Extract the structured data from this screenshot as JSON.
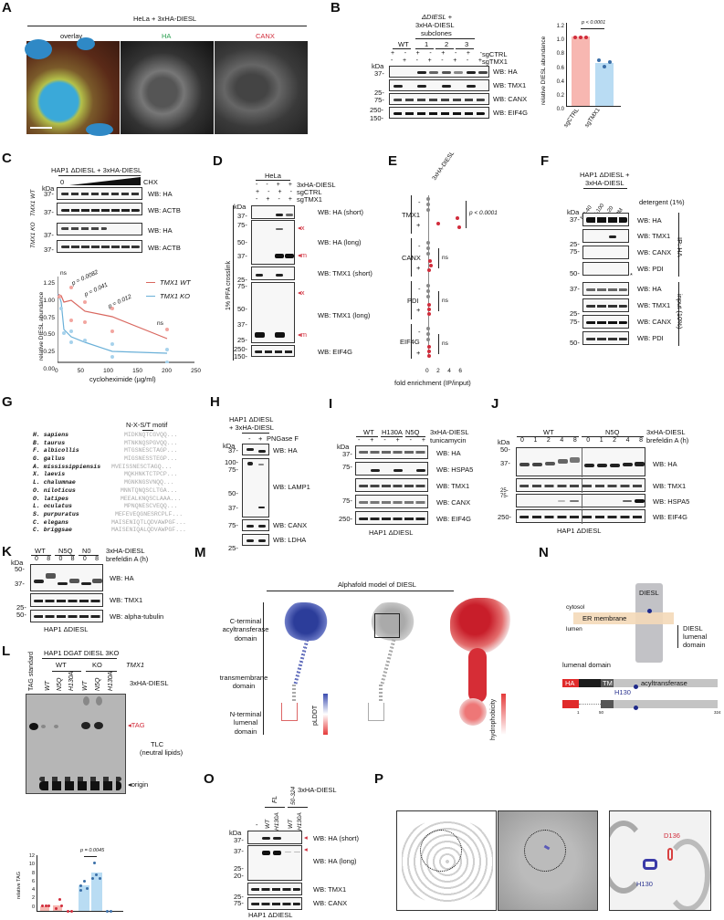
{
  "panels": {
    "A": {
      "letter": "A",
      "title": "HeLa + 3xHA-DIESL",
      "channels": [
        "overlay",
        "HA",
        "CANX"
      ]
    },
    "B": {
      "letter": "B",
      "header": [
        "ΔDIESL +",
        "3xHA-DIESL",
        "subclones"
      ],
      "groups": [
        "WT",
        "1",
        "2",
        "3"
      ],
      "rows": [
        {
          "label": "sgCTRL",
          "values": [
            "+",
            "-",
            "+",
            "-",
            "+",
            "-",
            "+",
            "-"
          ]
        },
        {
          "label": "sgTMX1",
          "values": [
            "-",
            "+",
            "-",
            "+",
            "-",
            "+",
            "-",
            "+"
          ]
        }
      ],
      "kda": "kDa",
      "blots": [
        {
          "label": "WB: HA",
          "markers": [
            "37-"
          ]
        },
        {
          "label": "WB: TMX1",
          "markers": [
            "25-"
          ]
        },
        {
          "label": "WB: CANX",
          "markers": [
            "75-"
          ]
        },
        {
          "label": "WB: EIF4G",
          "markers": [
            "250-",
            "150-"
          ]
        }
      ]
    },
    "C": {
      "letter": "C",
      "title": "HAP1 ΔDIESL + 3xHA-DIESL",
      "cond_start": "0",
      "cond_end": "CHX",
      "kda": "kDa",
      "side_labels": [
        "TMX1 WT",
        "TMX1 KO"
      ],
      "blots": [
        {
          "label": "WB: HA",
          "marker": "37-"
        },
        {
          "label": "WB: ACTB",
          "marker": "37-"
        },
        {
          "label": "WB: HA",
          "marker": "37-"
        },
        {
          "label": "WB: ACTB",
          "marker": "37-"
        }
      ]
    },
    "D": {
      "letter": "D",
      "title": "HeLa",
      "rows": [
        {
          "label": "3xHA-DIESL",
          "values": [
            "-",
            "-",
            "+",
            "+"
          ]
        },
        {
          "label": "sgCTRL",
          "values": [
            "+",
            "-",
            "+",
            "-"
          ]
        },
        {
          "label": "sgTMX1",
          "values": [
            "-",
            "+",
            "-",
            "+"
          ]
        }
      ],
      "side_label": "1% PFA crosslink",
      "kda": "kDa",
      "blots": [
        {
          "label": "WB: HA (short)",
          "markers": [
            "37-"
          ]
        },
        {
          "label": "WB: HA (long)",
          "markers": [
            "75-",
            "50-",
            "37-"
          ],
          "arrows": [
            "x",
            "m"
          ]
        },
        {
          "label": "WB: TMX1 (short)",
          "markers": [
            "25-"
          ]
        },
        {
          "label": "WB: TMX1 (long)",
          "markers": [
            "75-",
            "50-",
            "37-",
            "25-"
          ],
          "arrows": [
            "x",
            "m"
          ]
        },
        {
          "label": "WB: EIF4G",
          "markers": [
            "250-",
            "150-"
          ]
        }
      ]
    },
    "E": {
      "letter": "E",
      "column_label": "3xHA-DIESL",
      "groups": [
        "TMX1",
        "CANX",
        "PDI",
        "EIF4G"
      ],
      "signs": [
        "-",
        "+"
      ],
      "sig": [
        "p < 0.0001",
        "ns",
        "ns",
        "ns"
      ],
      "xticks": [
        "0",
        "2",
        "4",
        "6"
      ],
      "xlabel": "fold enrichment (IP/input)"
    },
    "F": {
      "letter": "F",
      "title": [
        "HAP1 ΔDIESL +",
        "3xHA-DIESL"
      ],
      "detergents": [
        "NP-40",
        "TX-100",
        "Tw-20",
        "DDM"
      ],
      "detergent_label": "detergent (1%)",
      "kda": "kDa",
      "ip_label": "IP: HA",
      "input_label": "input (10%)",
      "blots": [
        {
          "label": "WB: HA",
          "marker": "37-"
        },
        {
          "label": "WB: TMX1",
          "marker": "25-"
        },
        {
          "label": "WB: CANX",
          "marker": "75-"
        },
        {
          "label": "WB: PDI",
          "marker": "50-"
        },
        {
          "label": "WB: HA",
          "marker": "37-"
        },
        {
          "label": "WB: TMX1",
          "marker": "25-"
        },
        {
          "label": "WB: CANX",
          "marker": "75-"
        },
        {
          "label": "WB: PDI",
          "marker": "50-"
        }
      ],
      "asterisk": "*"
    },
    "G": {
      "letter": "G",
      "motif_label": "N-X-S/T motif",
      "species": [
        {
          "name": "H. sapiens",
          "seq": "MIDKNQTCGVQQ..."
        },
        {
          "name": "B. taurus",
          "seq": "MTNKNQSPGVQQ..."
        },
        {
          "name": "F. albicollis",
          "seq": "MTGSNESCTAGP..."
        },
        {
          "name": "G. gallus",
          "seq": "MIGSNESSTEGP..."
        },
        {
          "name": "A. mississippiensis",
          "seq": "MVEISSNESCTAGQ..."
        },
        {
          "name": "X. laevis",
          "seq": "MQKHNKTCTPCP..."
        },
        {
          "name": "L. chalumnae",
          "seq": "MGNKNGSVNQQ..."
        },
        {
          "name": "O. niloticus",
          "seq": "MNNTQNQSCLTGA..."
        },
        {
          "name": "O. latipes",
          "seq": "MEEALKNQSCLAAA..."
        },
        {
          "name": "L. oculatus",
          "seq": "MPNQNESCVEQQ..."
        },
        {
          "name": "S. purpuratus",
          "seq": "MEFEVEQGNESRCPLF..."
        },
        {
          "name": "C. elegans",
          "seq": "MAISENIQTLQDVAWPGF..."
        },
        {
          "name": "C. briggsae",
          "seq": "MAISENIQALQDVAWPGF..."
        }
      ]
    },
    "H": {
      "letter": "H",
      "title": [
        "HAP1 ΔDIESL",
        "+ 3xHA-DIESL"
      ],
      "treatment": "PNGase F",
      "signs": [
        "-",
        "+"
      ],
      "kda": "kDa",
      "blots": [
        {
          "label": "WB: HA",
          "markers": [
            "37-"
          ]
        },
        {
          "label": "WB: LAMP1",
          "markers": [
            "100-",
            "75-",
            "50-",
            "37-"
          ]
        },
        {
          "label": "WB: CANX",
          "markers": [
            "75-"
          ]
        },
        {
          "label": "WB: LDHA",
          "markers": [
            "25-"
          ]
        }
      ]
    },
    "I": {
      "letter": "I",
      "groups": [
        "WT",
        "H130A",
        "N5Q"
      ],
      "construct": "3xHA-DIESL",
      "treatment": "tunicamycin",
      "signs": [
        "-",
        "+",
        "-",
        "+",
        "-",
        "+"
      ],
      "kda": "kDa",
      "blots": [
        {
          "label": "WB: HA",
          "marker": "37-"
        },
        {
          "label": "WB: HSPA5",
          "marker": "75-"
        },
        {
          "label": "WB: TMX1",
          "marker": ""
        },
        {
          "label": "WB: CANX",
          "marker": "75-"
        },
        {
          "label": "WB: EIF4G",
          "marker": "250-"
        }
      ],
      "footer": "HAP1 ΔDIESL"
    },
    "J": {
      "letter": "J",
      "groups": [
        "WT",
        "N5Q"
      ],
      "construct": "3xHA-DIESL",
      "treatment": "brefeldin A (h)",
      "times": [
        "0",
        "1",
        "2",
        "4",
        "8",
        "0",
        "1",
        "2",
        "4",
        "8"
      ],
      "kda": "kDa",
      "blots": [
        {
          "label": "WB: HA",
          "markers": [
            "50-",
            "37-"
          ]
        },
        {
          "label": "WB: TMX1",
          "markers": [
            "25-"
          ]
        },
        {
          "label": "WB: HSPA5",
          "markers": [
            "75-"
          ]
        },
        {
          "label": "WB: EIF4G",
          "markers": [
            "250-"
          ]
        }
      ],
      "footer": "HAP1 ΔDIESL"
    },
    "K": {
      "letter": "K",
      "groups": [
        "WT",
        "N5Q",
        "N0"
      ],
      "construct": "3xHA-DIESL",
      "treatment": "brefeldin A (h)",
      "times": [
        "0",
        "8",
        "0",
        "8",
        "0",
        "8"
      ],
      "kda": "kDa",
      "blots": [
        {
          "label": "WB: HA",
          "markers": [
            "50-",
            "37-"
          ]
        },
        {
          "label": "WB: TMX1",
          "markers": [
            "25-"
          ]
        },
        {
          "label": "WB: alpha-tubulin",
          "markers": [
            "50-"
          ]
        }
      ],
      "footer": "HAP1 ΔDIESL"
    },
    "L": {
      "letter": "L",
      "title": "HAP1 DGAT DIESL 3KO",
      "lane0": "TAG standard",
      "groups": [
        "WT",
        "KO"
      ],
      "group_label": "TMX1",
      "lanes": [
        "WT",
        "N5Q",
        "H130A",
        "WT",
        "N5Q",
        "H130A"
      ],
      "construct": "3xHA-DIESL",
      "tlc_label": [
        "TLC",
        "(neutral lipids)"
      ],
      "tag_label": "TAG",
      "origin_label": "origin"
    },
    "M": {
      "letter": "M",
      "title": "Alphafold model of DIESL",
      "domains": [
        "C-terminal acyltransferase domain",
        "transmembrane domain",
        "N-terminal lumenal domain"
      ],
      "scale1": "pLDDT",
      "scale2": "hydrophobicity"
    },
    "N": {
      "letter": "N",
      "protein": "DIESL",
      "cytosol": "cytosol",
      "membrane": "ER membrane",
      "lumen": "lumen",
      "lumenal_domain": [
        "DIESL",
        "lumenal",
        "domain"
      ],
      "domain_header": "lumenal domain",
      "segments": [
        "HA",
        "TM",
        "acyltransferase"
      ],
      "residue": "H130",
      "positions": [
        "1",
        "50",
        "324"
      ]
    },
    "O": {
      "letter": "O",
      "construct": "3xHA-DIESL",
      "groups": [
        "FL",
        "50-324"
      ],
      "lanes": [
        "-",
        "WT",
        "H130A",
        "WT",
        "H130A"
      ],
      "kda": "kDa",
      "blots": [
        {
          "label": "WB: HA (short)",
          "markers": [
            "37-"
          ]
        },
        {
          "label": "WB: HA (long)",
          "markers": [
            "37-",
            "25-",
            "20-"
          ]
        },
        {
          "label": "WB: TMX1",
          "markers": [
            "25-"
          ]
        },
        {
          "label": "WB: CANX",
          "markers": [
            "75-"
          ]
        }
      ],
      "footer": "HAP1 ΔDIESL"
    },
    "P": {
      "letter": "P",
      "residues": [
        "D136",
        "H130"
      ]
    }
  },
  "chart_data": [
    {
      "id": "B-bar",
      "type": "bar",
      "categories": [
        "sgCTRL",
        "sgTMX1"
      ],
      "values": [
        1.0,
        0.62
      ],
      "points": [
        [
          1.0,
          1.0,
          1.0
        ],
        [
          0.66,
          0.57,
          0.63
        ]
      ],
      "colors": [
        "#f7b7b1",
        "#b9dcf3"
      ],
      "ylabel": "relative DIESL abundance",
      "ylim": [
        0,
        1.2
      ],
      "yticks": [
        "0.0",
        "0.2",
        "0.4",
        "0.6",
        "0.8",
        "1.0",
        "1.2"
      ],
      "annotation": "p < 0.0001"
    },
    {
      "id": "C-line",
      "type": "line",
      "x": [
        0,
        3,
        6,
        12.5,
        25,
        50,
        100,
        200
      ],
      "series": [
        {
          "name": "TMX1 WT",
          "color": "#d9675f",
          "values": [
            1.0,
            0.98,
            0.95,
            0.85,
            0.88,
            0.7,
            0.62,
            0.34
          ]
        },
        {
          "name": "TMX1 KO",
          "color": "#6ab0d8",
          "values": [
            1.0,
            0.95,
            0.85,
            0.52,
            0.37,
            0.3,
            0.17,
            0.14
          ]
        }
      ],
      "xlabel": "cycloheximide (µg/ml)",
      "ylabel": "relative DIESL abundance",
      "xlim": [
        0,
        250
      ],
      "ylim": [
        0,
        1.25
      ],
      "xticks": [
        "0",
        "50",
        "100",
        "150",
        "200",
        "250"
      ],
      "yticks": [
        "0.00",
        "0.25",
        "0.50",
        "0.75",
        "1.00",
        "1.25"
      ],
      "annotations": [
        "ns",
        "p = 0.0082",
        "p = 0.041",
        "p = 0.012",
        "ns"
      ]
    },
    {
      "id": "E-dot",
      "type": "scatter",
      "categories": [
        "TMX1 -",
        "TMX1 +",
        "CANX -",
        "CANX +",
        "PDI -",
        "PDI +",
        "EIF4G -",
        "EIF4G +"
      ],
      "values": [
        [
          0,
          0,
          0
        ],
        [
          2.0,
          5.0,
          5.5
        ],
        [
          0,
          0,
          0
        ],
        [
          0.3,
          0.4,
          0.2
        ],
        [
          0,
          0,
          0
        ],
        [
          0.1,
          0.2,
          0.1
        ],
        [
          0,
          0,
          0
        ],
        [
          0.1,
          0.1,
          0.1
        ]
      ],
      "xlabel": "fold enrichment (IP/input)",
      "xlim": [
        0,
        6
      ],
      "xticks": [
        "0",
        "2",
        "4",
        "6"
      ],
      "annotations": [
        "p < 0.0001",
        "ns",
        "ns",
        "ns"
      ]
    },
    {
      "id": "L-bar",
      "type": "bar",
      "categories": [
        "WT/WT",
        "WT/N5Q",
        "WT/H130A",
        "KO/WT",
        "KO/N5Q",
        "KO/H130A"
      ],
      "values": [
        1.0,
        1.2,
        0.0,
        5.3,
        8.1,
        0.0
      ],
      "colors": [
        "#f7b7b1",
        "#f7b7b1",
        "#f7b7b1",
        "#b9dcf3",
        "#b9dcf3",
        "#b9dcf3"
      ],
      "ylabel": "relative TAG",
      "ylim": [
        0,
        12
      ],
      "yticks": [
        "0",
        "2",
        "4",
        "6",
        "8",
        "10",
        "12"
      ],
      "annotation": "p = 0.0045"
    }
  ]
}
